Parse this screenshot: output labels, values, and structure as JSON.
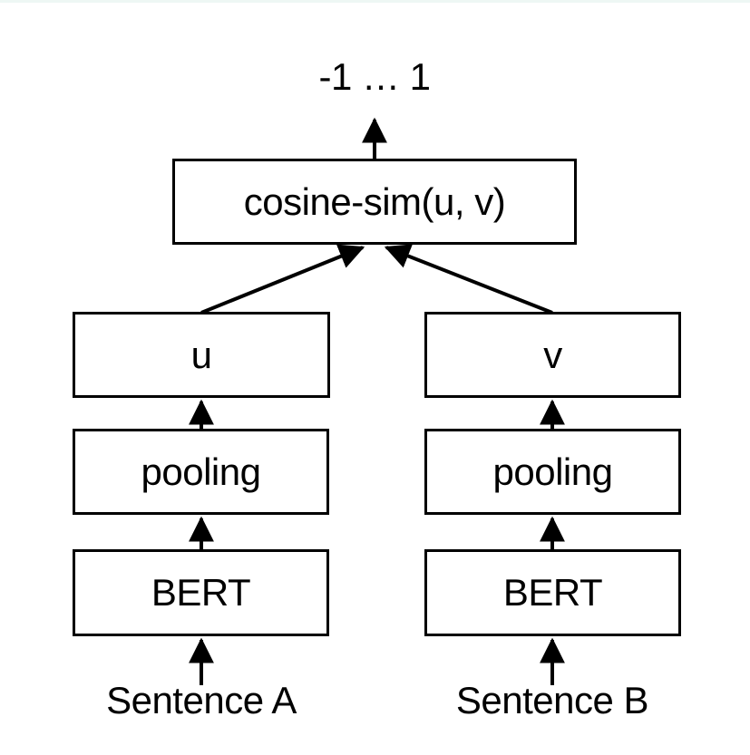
{
  "diagram": {
    "kind": "model-architecture-flow",
    "output_label": "-1 … 1",
    "nodes": {
      "cosine": {
        "label": "cosine-sim(u, v)"
      },
      "u": {
        "label": "u"
      },
      "v": {
        "label": "v"
      },
      "pooling_left": {
        "label": "pooling"
      },
      "pooling_right": {
        "label": "pooling"
      },
      "bert_left": {
        "label": "BERT"
      },
      "bert_right": {
        "label": "BERT"
      },
      "sentence_a": {
        "label": "Sentence A"
      },
      "sentence_b": {
        "label": "Sentence B"
      }
    },
    "colors": {
      "stroke": "#000000",
      "background": "#ffffff",
      "top_edge_tint": "#eef7f4"
    }
  }
}
